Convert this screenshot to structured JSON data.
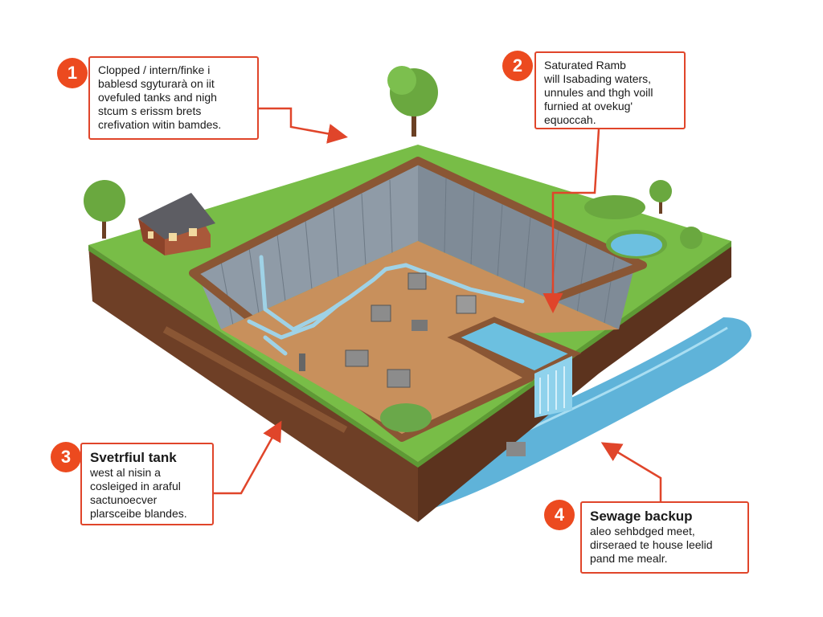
{
  "callouts": [
    {
      "number": "1",
      "title": "",
      "lines": [
        "Clopped / intern/finke i",
        "bablesd sgyturarà on iit",
        "ovefuled tanks and nigh",
        "stcum s erissm brets",
        "crefivation witin bamdes."
      ]
    },
    {
      "number": "2",
      "title": "",
      "lines": [
        "Saturated Ramb",
        "will Isabading waters,",
        "unnules and thgh voill",
        "furnied at ovekug'",
        "equoccah."
      ]
    },
    {
      "number": "3",
      "title": "Svetrfiul tank",
      "lines": [
        "west al nisin a",
        "cosleiged in araful",
        "sactunoecver",
        "plarsceibe blandes."
      ]
    },
    {
      "number": "4",
      "title": "Sewage backup",
      "lines": [
        "aleo sehbdged meet,",
        "dirseraed te house leelid",
        "pand me mealr."
      ]
    }
  ],
  "colors": {
    "accent": "#e0452a",
    "grass": "#7cc04a",
    "soil": "#7a4a2e",
    "pit_floor": "#c98e5b",
    "water": "#6cc0e0",
    "wall": "#8e9aa5"
  },
  "icons": [
    "house-icon",
    "tree-icon",
    "pond-icon",
    "pipe-icon",
    "tank-icon",
    "waterfall-icon",
    "arrow-icon"
  ]
}
